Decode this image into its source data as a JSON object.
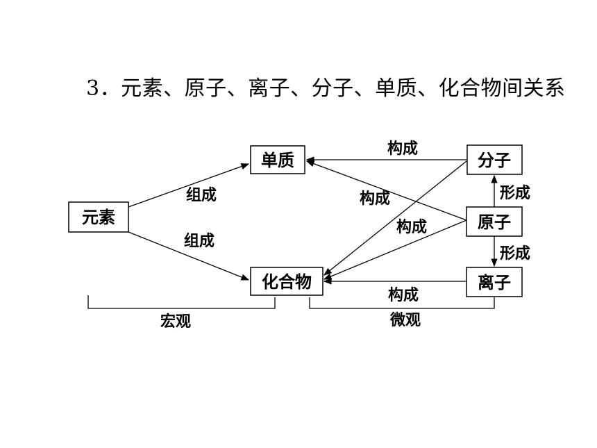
{
  "title": "3．元素、原子、离子、分子、单质、化合物间关系",
  "nodes": {
    "element": "元素",
    "simple_substance": "单质",
    "compound": "化合物",
    "molecule": "分子",
    "atom": "原子",
    "ion": "离子"
  },
  "edges": {
    "element_to_simple": "组成",
    "element_to_compound": "组成",
    "molecule_to_simple": "构成",
    "atom_to_simple": "构成",
    "molecule_to_compound": "构成",
    "ion_to_compound": "构成",
    "atom_to_molecule": "形成",
    "atom_to_ion": "形成"
  },
  "groups": {
    "macro": "宏观",
    "micro": "微观"
  }
}
